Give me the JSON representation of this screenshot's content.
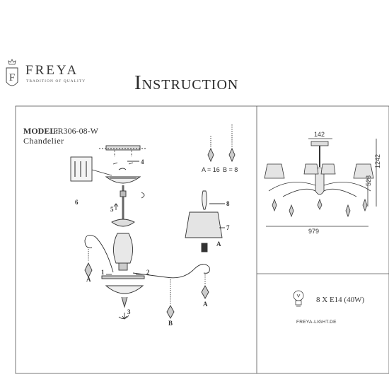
{
  "header": {
    "brand": "FREYA",
    "tagline": "TRADITION OF QUALITY",
    "title": "Instruction"
  },
  "product": {
    "model_label": "MODEL:",
    "model_value": "FR306-08-W",
    "type": "Chandelier"
  },
  "parts": {
    "crystal_a_count": "A = 16",
    "crystal_b_count": "B = 8"
  },
  "callouts": [
    "1",
    "2",
    "3",
    "4",
    "5",
    "6",
    "7",
    "8"
  ],
  "crystal_labels": {
    "a": "A",
    "b": "B"
  },
  "dimensions": {
    "canopy_width": "142",
    "body_height": "528",
    "total_height": "1242",
    "total_width": "979"
  },
  "lamp": {
    "spec": "8 X E14 (40W)",
    "icon": "light-bulb-icon"
  },
  "footer": {
    "website": "FREYA-LIGHT.DE"
  }
}
